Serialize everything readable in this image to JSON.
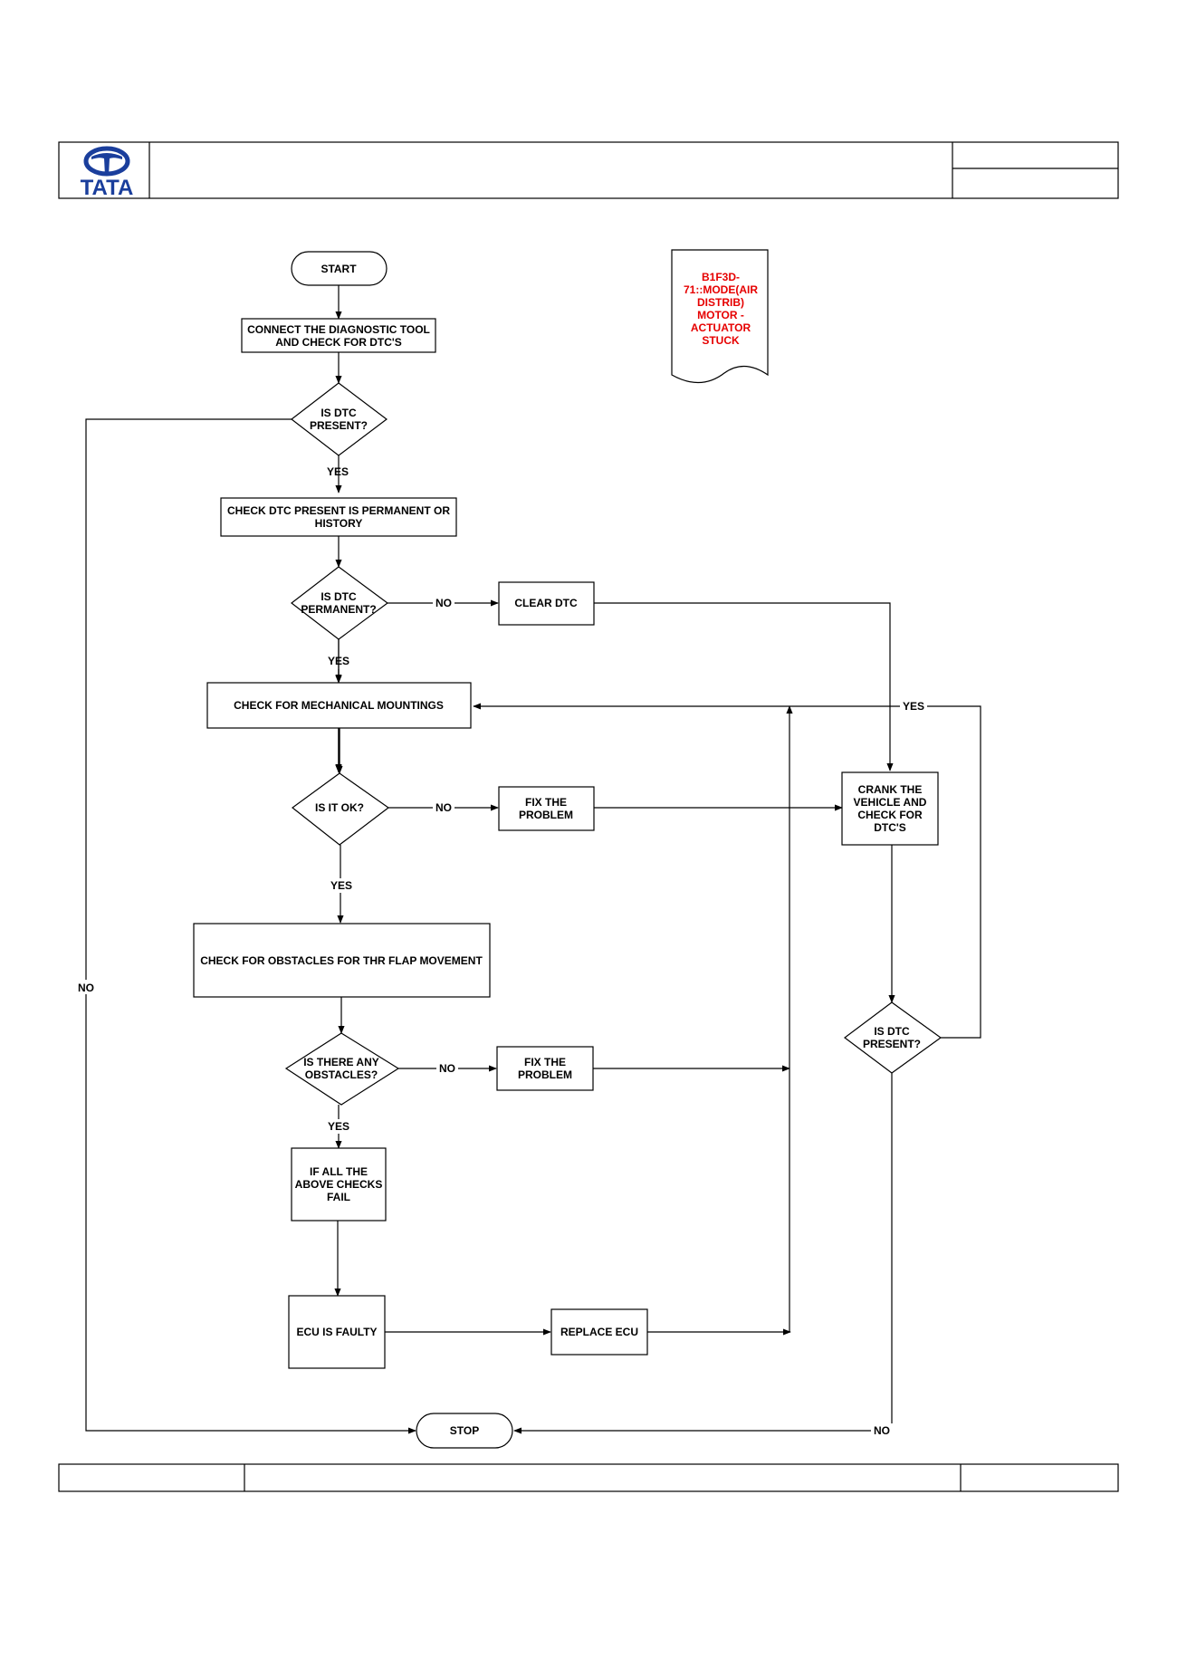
{
  "header": {
    "logo_text": "TATA",
    "brand_color": "#1a3e9c"
  },
  "note": {
    "lines": [
      "B1F3D-",
      "71::MODE(AIR",
      "DISTRIB)",
      "MOTOR -",
      "ACTUATOR",
      "STUCK"
    ],
    "color": "#e60000"
  },
  "nodes": {
    "start": [
      "START"
    ],
    "connect_tool": [
      "CONNECT THE DIAGNOSTIC TOOL",
      "AND CHECK FOR  DTC'S"
    ],
    "is_dtc_present": [
      "IS  DTC",
      "PRESENT?"
    ],
    "check_permanent": [
      "CHECK DTC  PRESENT IS PERMANENT OR",
      "HISTORY"
    ],
    "is_dtc_permanent": [
      "IS  DTC",
      "PERMANENT?"
    ],
    "clear_dtc": [
      "CLEAR DTC"
    ],
    "check_mountings": [
      "CHECK FOR MECHANICAL MOUNTINGS"
    ],
    "is_it_ok": [
      "IS IT OK?"
    ],
    "fix_problem_1": [
      "FIX THE",
      "PROBLEM"
    ],
    "crank_vehicle": [
      "CRANK THE",
      "VEHICLE AND",
      "CHECK FOR",
      "DTC'S"
    ],
    "check_obstacles": [
      "CHECK FOR OBSTACLES FOR THR FLAP MOVEMENT"
    ],
    "is_dtc_present_2": [
      "IS  DTC",
      "PRESENT?"
    ],
    "any_obstacles": [
      "IS THERE ANY",
      "OBSTACLES?"
    ],
    "fix_problem_2": [
      "FIX THE",
      "PROBLEM"
    ],
    "all_checks_fail": [
      "IF ALL THE",
      "ABOVE CHECKS",
      "FAIL"
    ],
    "ecu_faulty": [
      "ECU IS FAULTY"
    ],
    "replace_ecu": [
      "REPLACE ECU"
    ],
    "stop": [
      "STOP"
    ]
  },
  "edge_labels": {
    "yes_1": "YES",
    "no_left": "NO",
    "no_permanent": "NO",
    "yes_permanent": "YES",
    "yes_loop": "YES",
    "no_ok": "NO",
    "yes_ok": "YES",
    "no_obstacles": "NO",
    "yes_obstacles": "YES",
    "no_stop": "NO"
  }
}
